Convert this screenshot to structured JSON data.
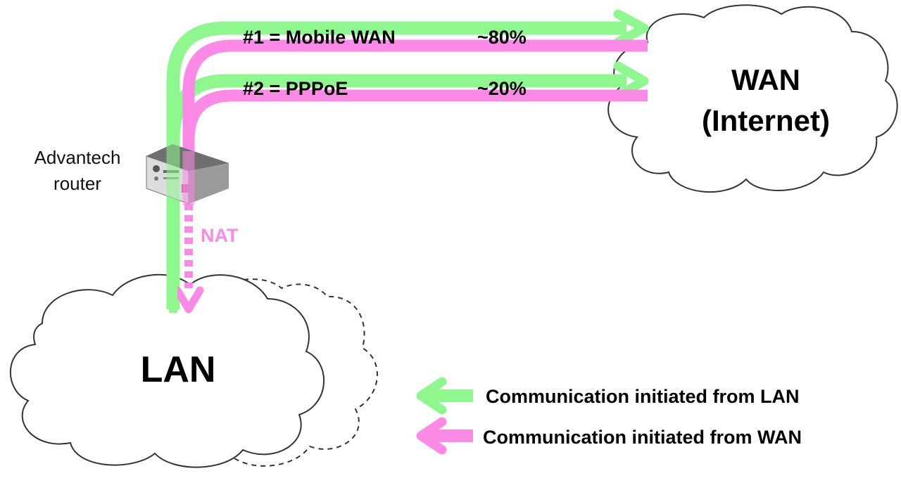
{
  "diagram": {
    "lan_label": "LAN",
    "wan_label_line1": "WAN",
    "wan_label_line2": "(Internet)",
    "router_label_line1": "Advantech",
    "router_label_line2": "router",
    "nat_label": "NAT",
    "route1_label": "#1 = Mobile WAN",
    "route1_share": "~80%",
    "route2_label": "#2 = PPPoE",
    "route2_share": "~20%"
  },
  "legend": {
    "lan_initiated": "Communication initiated from LAN",
    "wan_initiated": "Communication initiated from WAN"
  },
  "colors": {
    "lan_flow": "#8ef88e",
    "wan_flow": "#fb8ae6",
    "outline": "#333333"
  }
}
